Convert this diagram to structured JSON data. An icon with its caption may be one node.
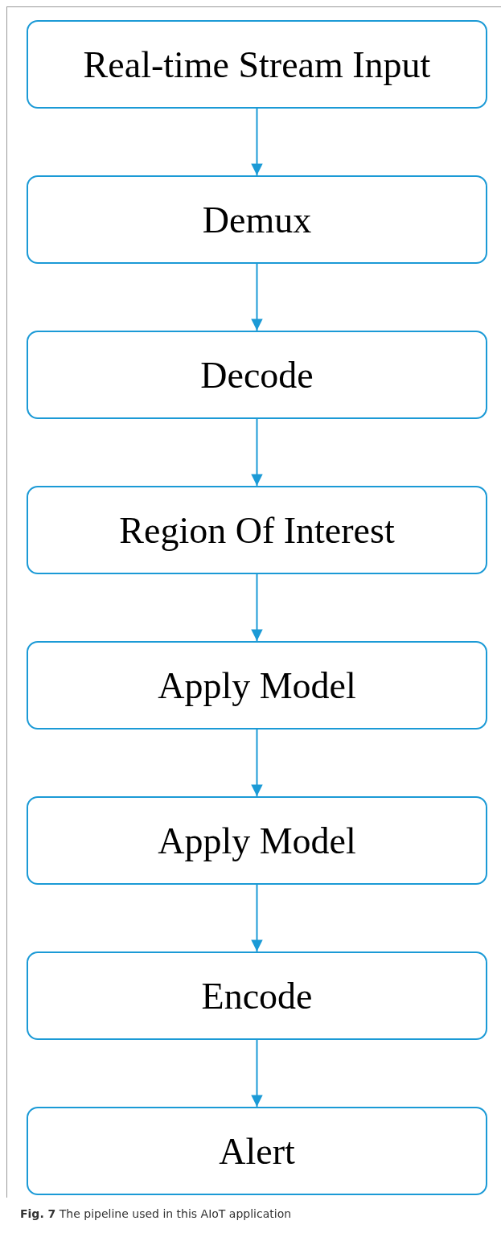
{
  "diagram": {
    "caption": "**Fig. 7** The pipeline used in this AIoT application",
    "nodes": [
      {
        "text": [
          "Real-time Stream Input"
        ]
      },
      {
        "text": [
          "Demux"
        ]
      },
      {
        "text": [
          "Decode"
        ]
      },
      {
        "text": [
          "Region Of Interest"
        ]
      },
      {
        "text": [
          "Apply Model"
        ]
      },
      {
        "text": [
          "Apply Model"
        ]
      },
      {
        "text": [
          "Encode"
        ]
      },
      {
        "text": [
          "Alert"
        ]
      }
    ],
    "edges": [
      {
        "from": 0,
        "to": 1,
        "arrow": "to"
      },
      {
        "from": 1,
        "to": 2,
        "arrow": "to"
      },
      {
        "from": 2,
        "to": 3,
        "arrow": "to"
      },
      {
        "from": 3,
        "to": 4,
        "arrow": "to"
      },
      {
        "from": 4,
        "to": 5,
        "arrow": "to"
      },
      {
        "from": 5,
        "to": 6,
        "arrow": "to"
      },
      {
        "from": 6,
        "to": 7,
        "arrow": "to"
      }
    ]
  }
}
